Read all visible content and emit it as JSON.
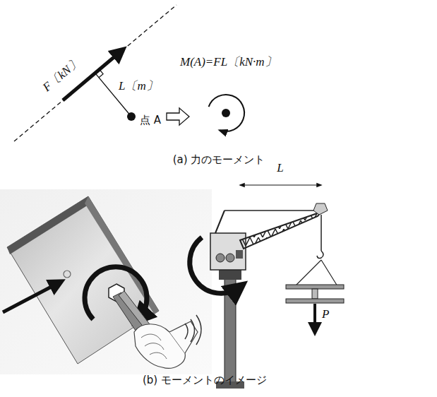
{
  "diagram": {
    "labels": [
      "F〔kN〕",
      "L〔m〕",
      "点 A",
      "M(A)=FL〔kN·m〕",
      "(a) 力のモーメント",
      "L",
      "P",
      "(b) モーメントのイメージ"
    ]
  }
}
